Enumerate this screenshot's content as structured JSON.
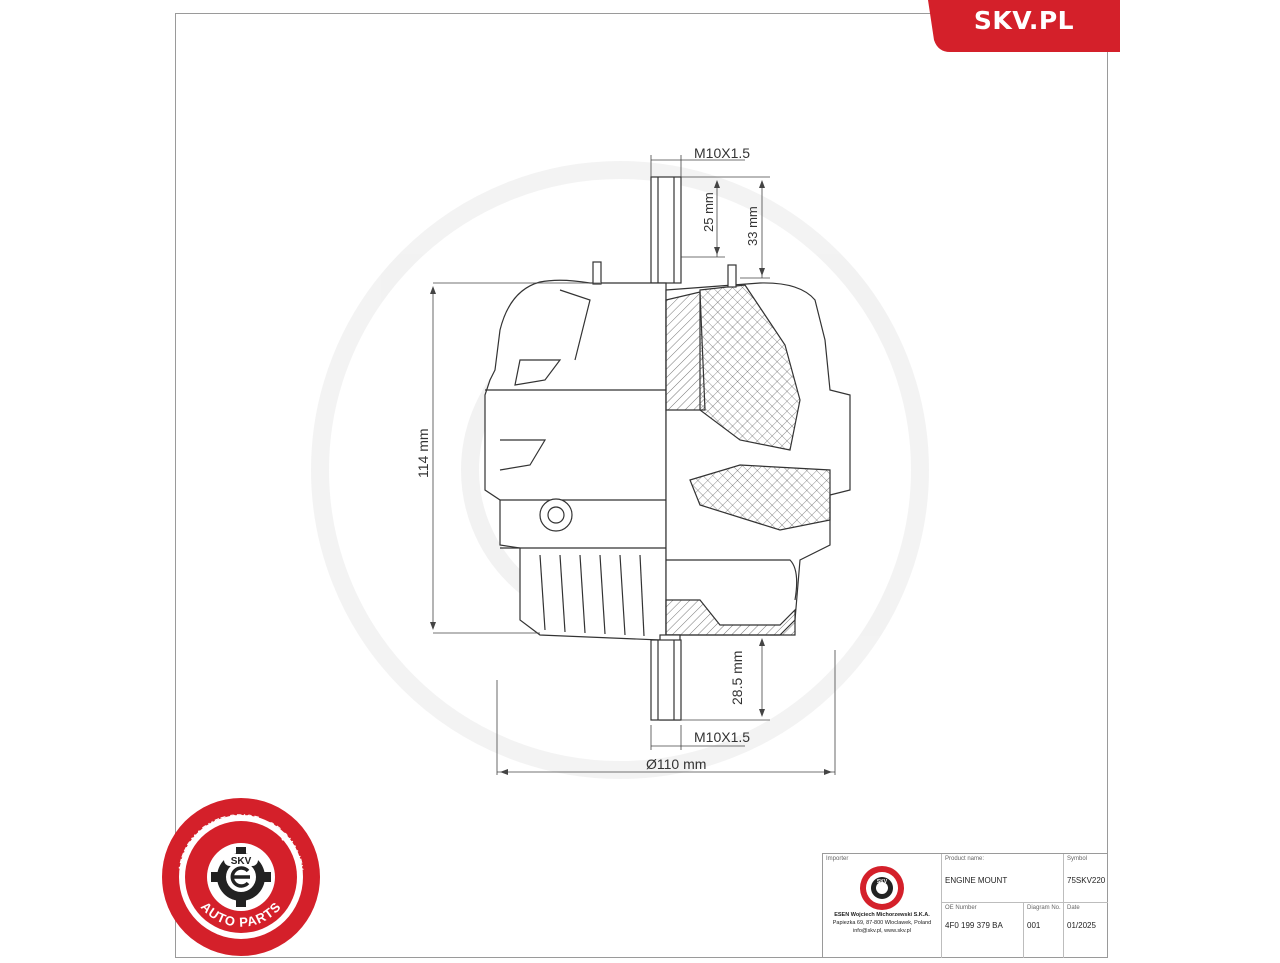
{
  "brand": {
    "text": "SKV.PL",
    "color": "#d4202a"
  },
  "dimensions": {
    "top_thread": "M10X1.5",
    "bottom_thread": "M10X1.5",
    "stud_top_short": "25 mm",
    "stud_top_long": "33 mm",
    "height": "114 mm",
    "stud_bottom": "28.5 mm",
    "diameter": "Ø110 mm"
  },
  "title_block": {
    "importer_label": "Importer",
    "importer_lines": [
      "ESEN Wojciech Michorzewski S.K.A.",
      "Papiezka 69, 87-800 Wloclawek, Poland",
      "info@skv.pl, www.skv.pl"
    ],
    "product_name_label": "Product name:",
    "product_name": "ENGINE MOUNT",
    "symbol_label": "Symbol",
    "symbol": "75SKV220",
    "oe_number_label": "OE Number",
    "oe_number": "4F0 199 379 BA",
    "diagram_no_label": "Diagram No.",
    "diagram_no": "001",
    "date_label": "Date",
    "date": "01/2025"
  },
  "badge": {
    "ring_text": "AFTERMARKET PRICE · OE QUALITY",
    "bottom_text": "AUTO PARTS",
    "center_text": "SKV",
    "color": "#d4202a"
  },
  "mini_badge": {
    "center_text": "SKV"
  }
}
